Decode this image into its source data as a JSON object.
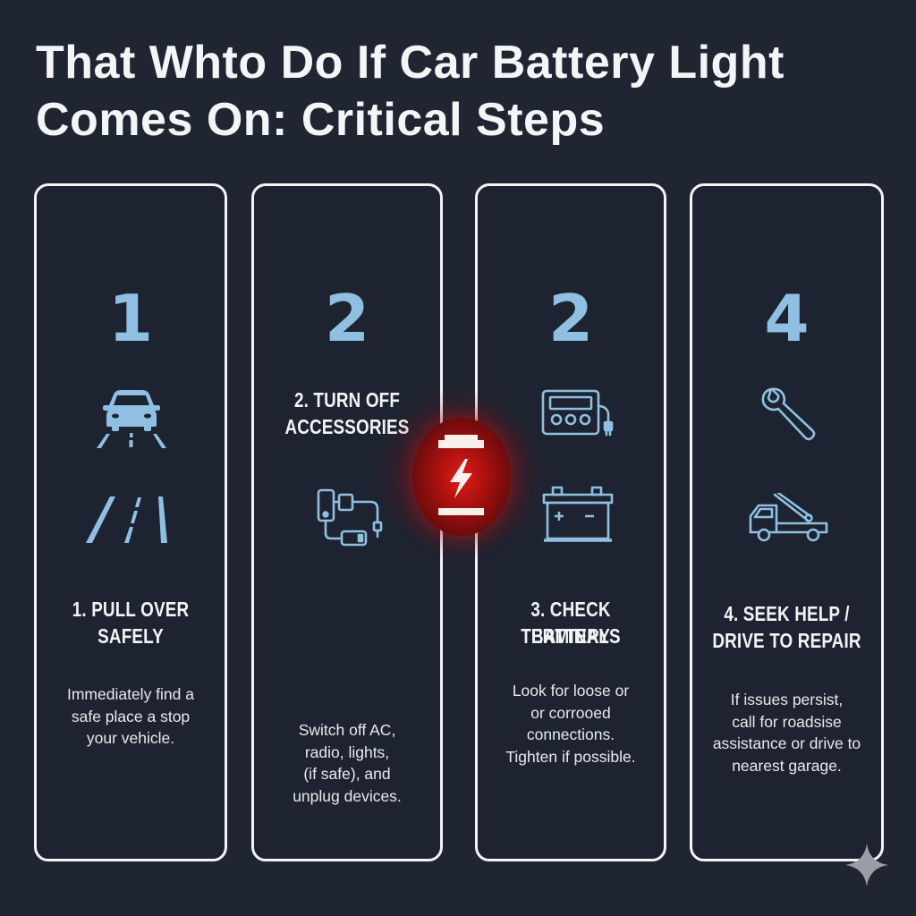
{
  "title": "That Whto Do If Car Battery Light Comes On: Critical Steps",
  "colors": {
    "background": "#1f2531",
    "card_border": "#f2f4f6",
    "accent_blue": "#8fc0e2",
    "warning_red": "#e21d1a",
    "text": "#f2f3f4"
  },
  "cards": [
    {
      "number": "1",
      "heading_line1": "1. PULL OVER",
      "heading_line2": "SAFELY",
      "desc_lines": [
        "Immediately find a",
        "safe place a stop",
        "your vehicle."
      ],
      "icons": [
        "car-on-road-icon",
        "road-lanes-icon"
      ]
    },
    {
      "number": "2",
      "heading_line1": "2. TURN OFF",
      "heading_line2": "ACCESSORIES",
      "desc_lines": [
        "Switch off AC,",
        "radio, lights,",
        "(if safe), and",
        "unplug devices."
      ],
      "icons": [
        "unplug-devices-icon"
      ]
    },
    {
      "number": "2",
      "heading_line1": "3. CHECK BATTERY",
      "heading_line2": "TERMINALS",
      "desc_lines": [
        "Look for loose or",
        "or corrooed",
        "connections.",
        "Tighten if possible."
      ],
      "icons": [
        "radio-plug-icon",
        "car-battery-icon"
      ]
    },
    {
      "number": "4",
      "heading_line1": "4. SEEK HELP /",
      "heading_line2": "DRIVE TO REPAIR",
      "desc_lines": [
        "If issues persist,",
        "call for roadsise",
        "assistance or drive to",
        "nearest garage."
      ],
      "icons": [
        "wrench-icon",
        "tow-truck-icon"
      ]
    }
  ],
  "center_badge": {
    "icon": "battery-warning-icon"
  },
  "corner_mark": {
    "icon": "sparkle-icon"
  }
}
